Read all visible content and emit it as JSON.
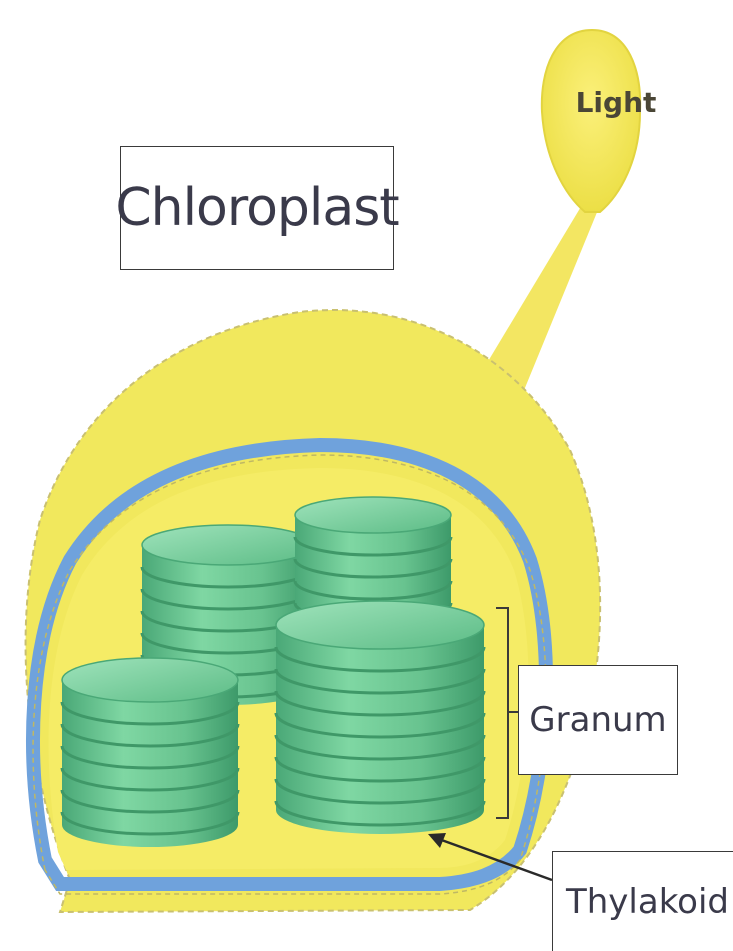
{
  "diagram": {
    "title": "Chloroplast",
    "labels": {
      "light": "Light",
      "granum": "Granum",
      "thylakoid": "Thylakoid"
    },
    "colors": {
      "stroma": "#f3ea5e",
      "outer_membrane": "#f0e75a",
      "inner_membrane": "#6fa2dc",
      "thylakoid": "#6cc592",
      "light_source": "#f5ea5c",
      "background": "#ffffff"
    }
  }
}
